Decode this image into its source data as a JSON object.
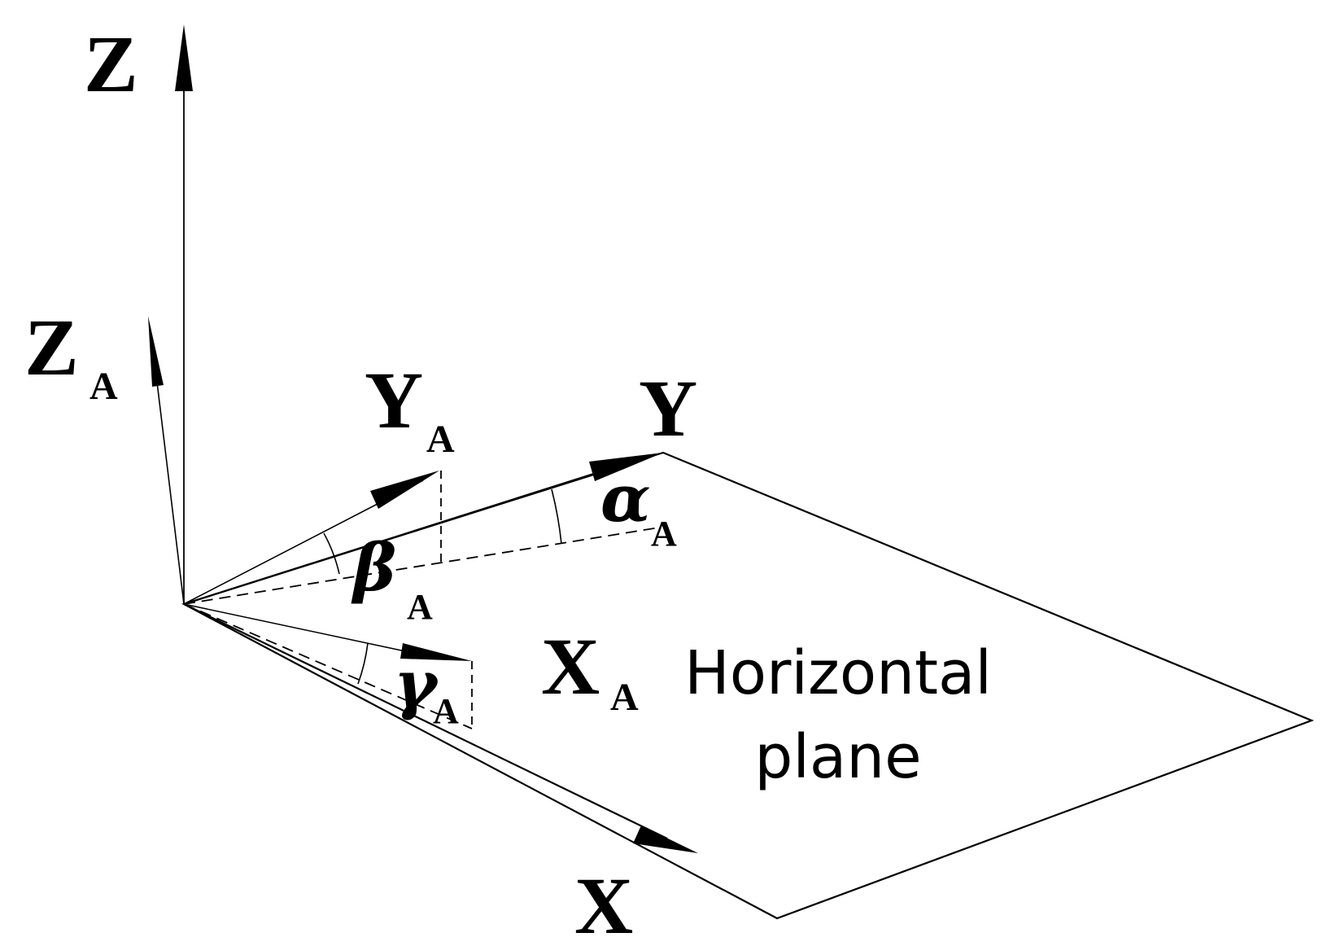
{
  "labels": {
    "z": "Z",
    "za_main": "Z",
    "za_sub": "A",
    "ya_main": "Y",
    "ya_sub": "A",
    "y": "Y",
    "alpha_main": "α",
    "alpha_sub": "A",
    "beta_main": "β",
    "beta_sub": "A",
    "gamma_main": "γ",
    "gamma_sub": "A",
    "xa_main": "X",
    "xa_sub": "A",
    "x": "X",
    "plane_line1": "Horizontal",
    "plane_line2": "plane"
  },
  "colors": {
    "ink": "#000000",
    "background": "#ffffff"
  }
}
